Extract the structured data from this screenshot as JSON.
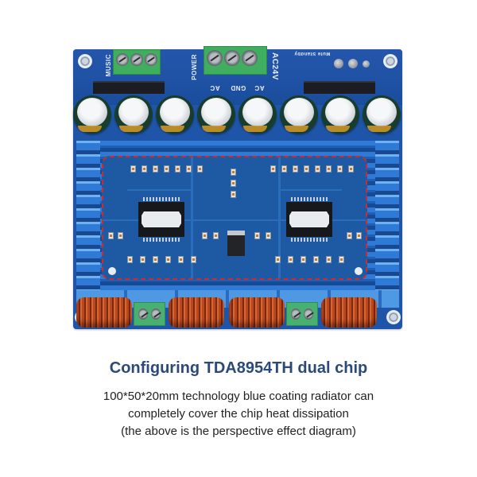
{
  "product_image": {
    "board": {
      "silkscreen": {
        "music_label": "MUSIC",
        "power_label": "POWER",
        "voltage_label": "AC24V",
        "mute_label": "Mute Standby",
        "terminal_pins": [
          "AC",
          "GND",
          "AC"
        ]
      },
      "components": {
        "capacitor_count": 8,
        "chip_count": 2,
        "inductor_count": 4,
        "output_terminal_count": 2
      },
      "colors": {
        "pcb": "#1f55a8",
        "heatsink": "#2f7ad6",
        "highlight_border": "#d02a2a",
        "terminal_green": "#3fae5f",
        "inductor_copper": "#b9471f"
      }
    }
  },
  "caption": {
    "title": "Configuring TDA8954TH dual chip",
    "lines": [
      "100*50*20mm technology blue coating radiator can",
      "completely cover the chip heat dissipation",
      "(the above is the perspective effect diagram)"
    ],
    "title_color": "#2b4a7a"
  }
}
